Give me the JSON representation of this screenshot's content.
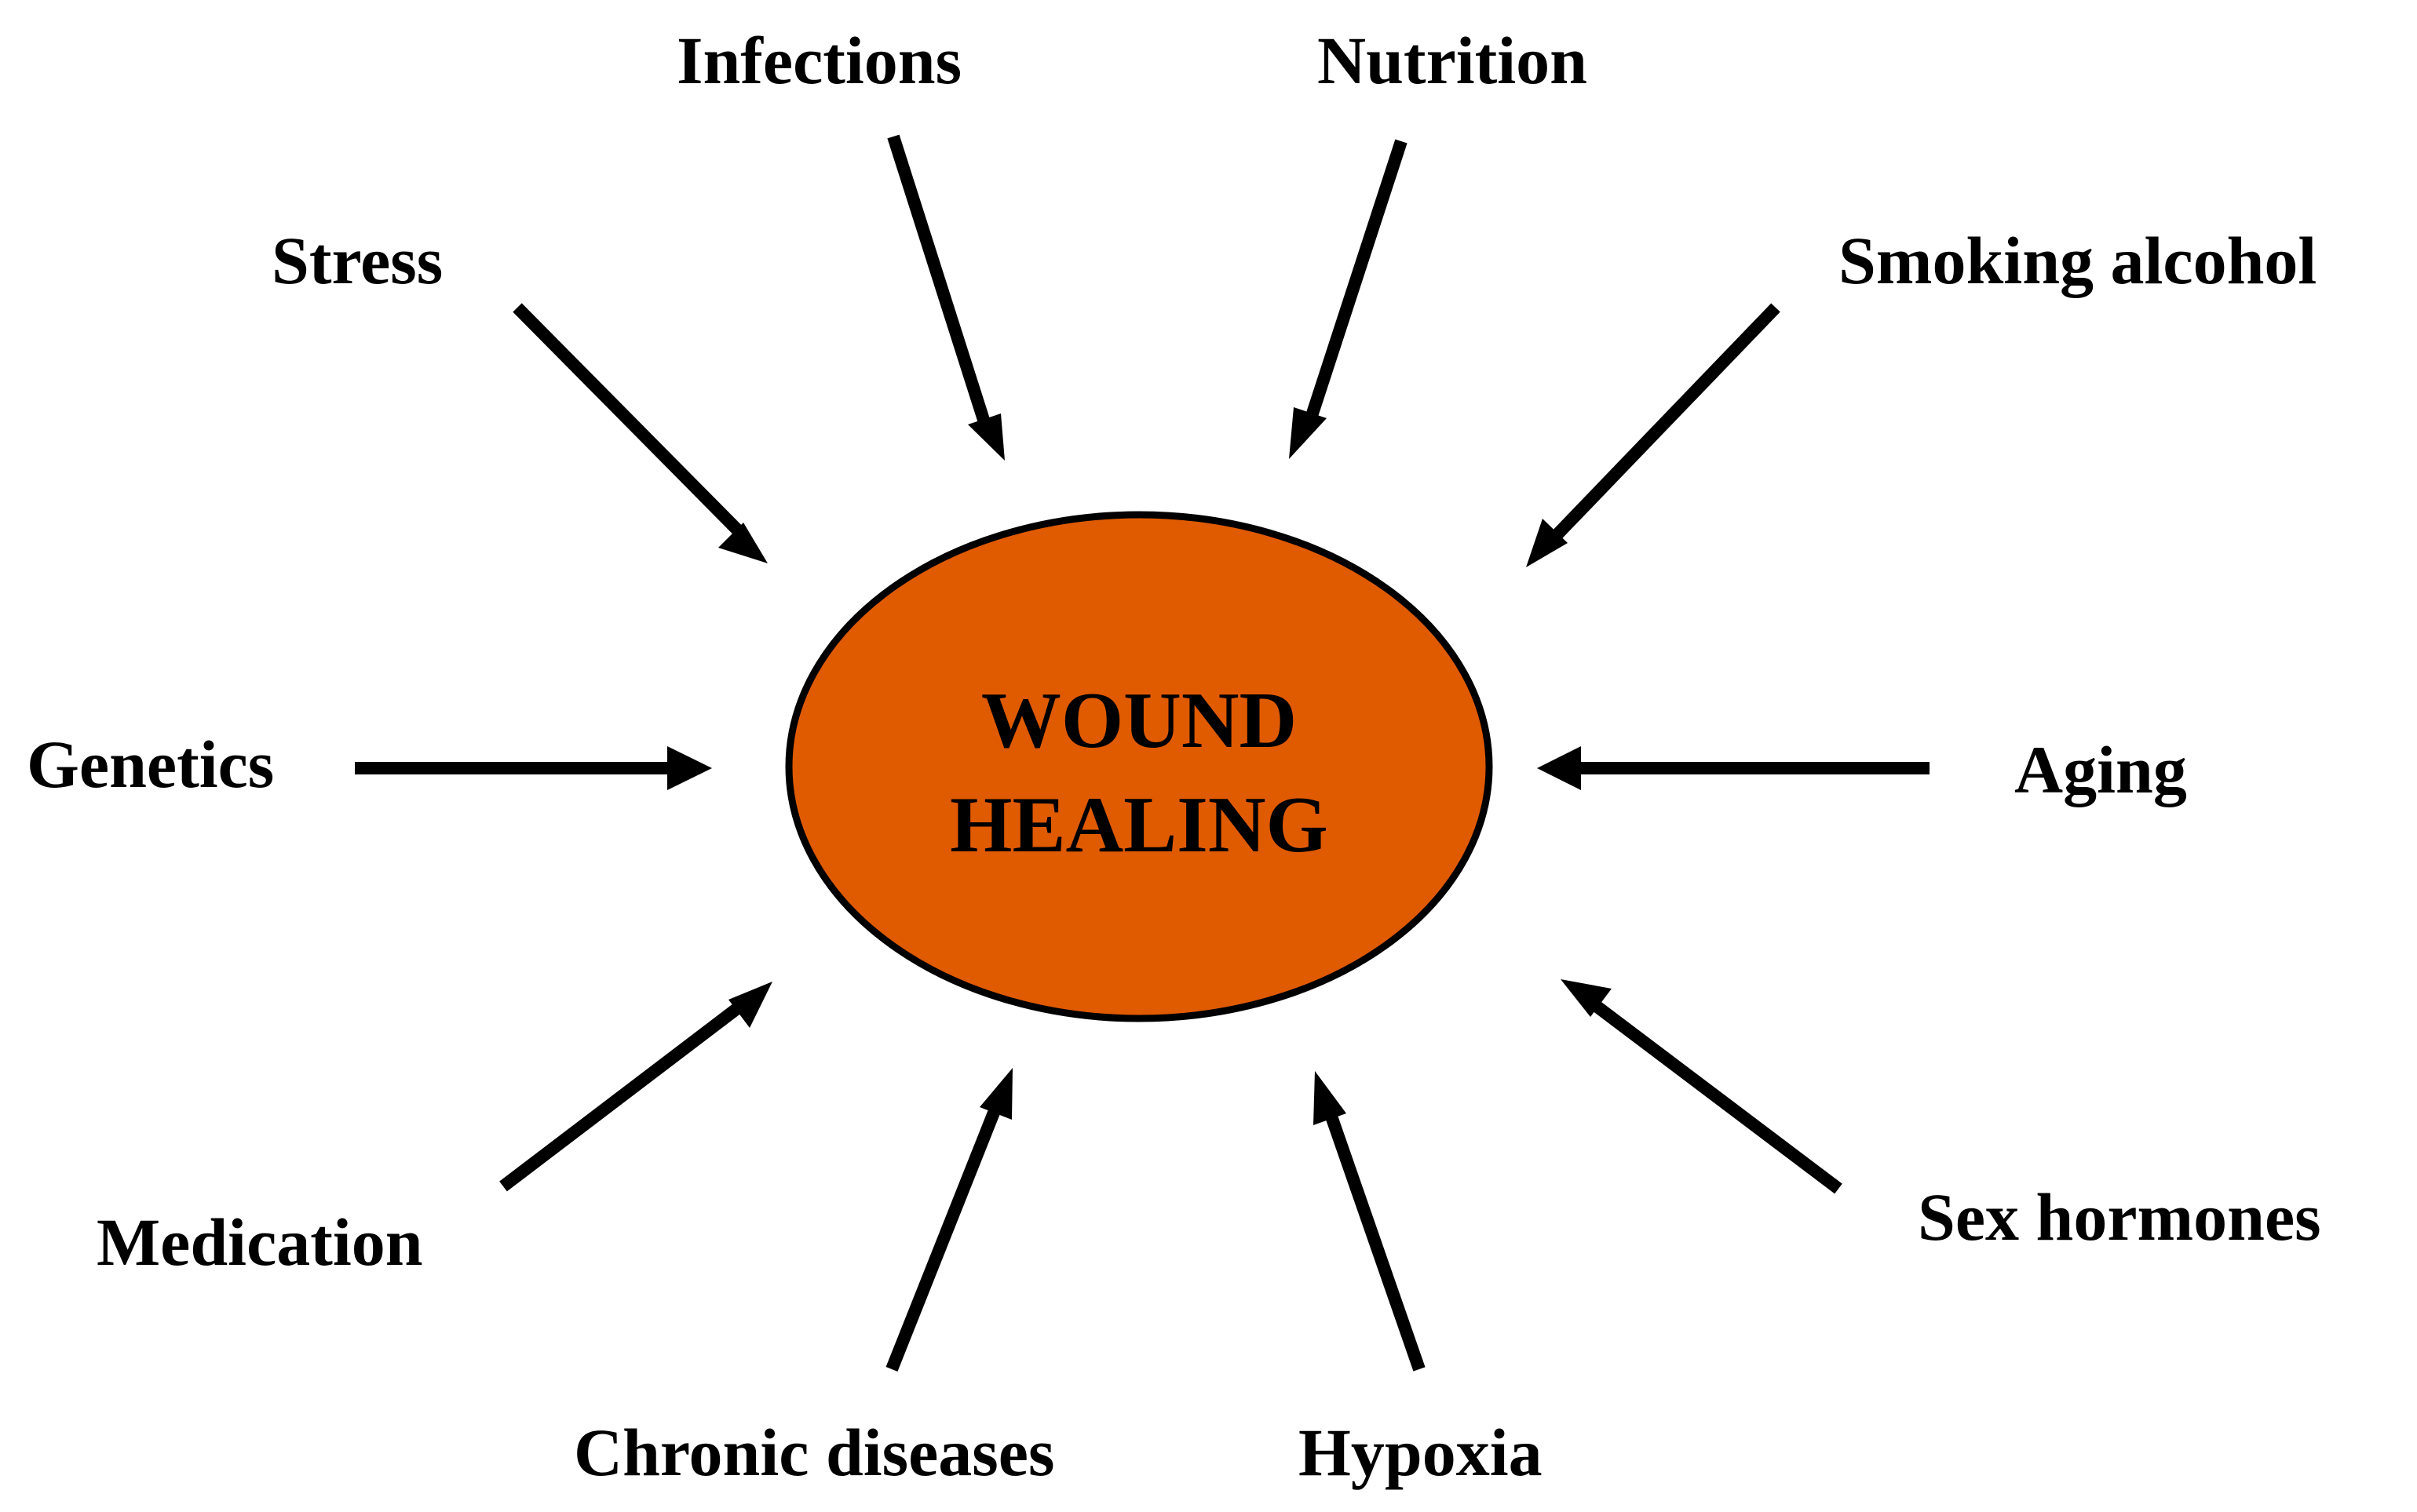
{
  "center": {
    "line1": "WOUND",
    "line2": "HEALING",
    "fill_color": "#E05A00",
    "stroke_color": "#000000"
  },
  "factors": [
    {
      "id": "infections",
      "label": "Infections"
    },
    {
      "id": "nutrition",
      "label": "Nutrition"
    },
    {
      "id": "stress",
      "label": "Stress"
    },
    {
      "id": "smoking-alcohol",
      "label": "Smoking alcohol"
    },
    {
      "id": "genetics",
      "label": "Genetics"
    },
    {
      "id": "aging",
      "label": "Aging"
    },
    {
      "id": "medication",
      "label": "Medication"
    },
    {
      "id": "sex-hormones",
      "label": "Sex hormones"
    },
    {
      "id": "chronic-diseases",
      "label": "Chronic diseases"
    },
    {
      "id": "hypoxia",
      "label": "Hypoxia"
    }
  ]
}
